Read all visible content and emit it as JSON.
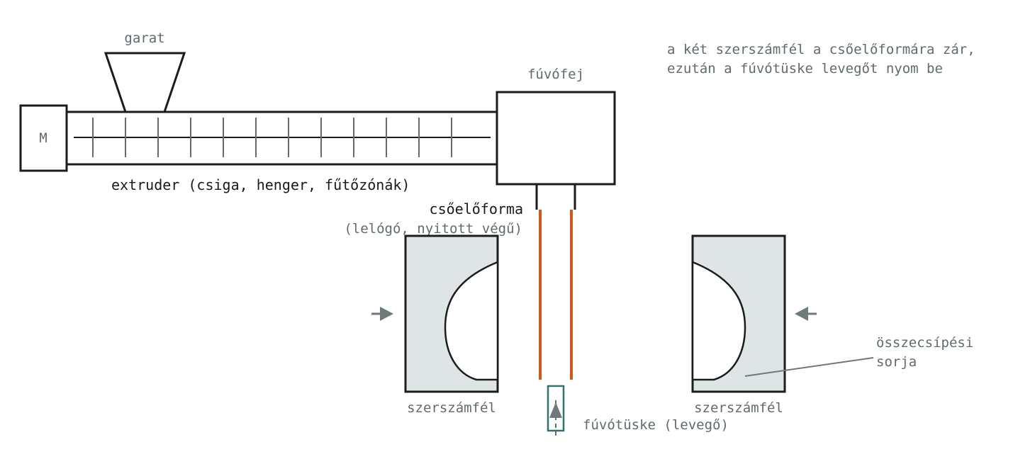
{
  "labels": {
    "motor": "M",
    "hopper": "garat",
    "extruder": "extruder (csiga, henger, fűtőzónák)",
    "die_head": "fúvófej",
    "note_line1": "a két szerszámfél a csőelőformára zár,",
    "note_line2": "ezután a fúvótüske levegőt nyom be",
    "parison": "csőelőforma",
    "parison_note": "(lelógó, nyitott végű)",
    "mold_left": "szerszámfél",
    "mold_right": "szerszámfél",
    "flash_line1": "összecsípési",
    "flash_line2": "sorja",
    "blow_pin": "fúvótüske (levegő)"
  },
  "colors": {
    "outline": "#1c1c1c",
    "mold_fill": "#dfe5e6",
    "parison": "#d35a1f",
    "blow_pin": "#2e7276",
    "arrow": "#6f787b",
    "label_grey": "#5f6b6f"
  }
}
